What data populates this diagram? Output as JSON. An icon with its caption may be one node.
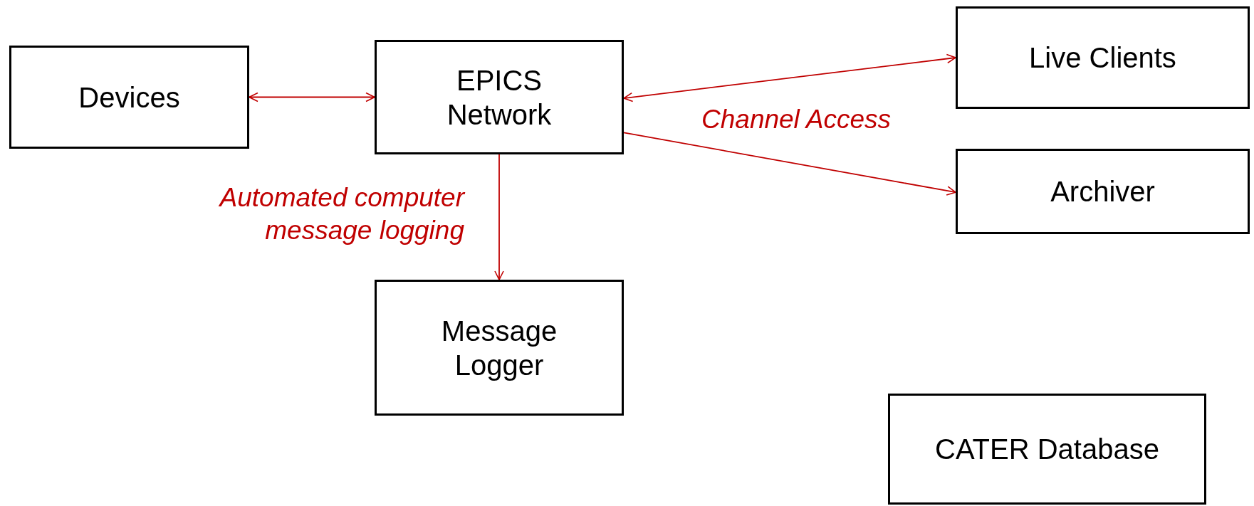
{
  "diagram": {
    "nodes": [
      {
        "text": [
          "Devices"
        ]
      },
      {
        "text": [
          "EPICS Network"
        ]
      },
      {
        "text": [
          "Live Clients"
        ]
      },
      {
        "text": [
          "Archiver"
        ]
      },
      {
        "text": [
          "Message Logger"
        ]
      },
      {
        "text": [
          "CATER Database"
        ]
      }
    ],
    "edges": [
      {
        "from": 0,
        "to": 1,
        "arrow": "both"
      },
      {
        "from": 1,
        "to": 2,
        "arrow": "both"
      },
      {
        "from": 1,
        "to": 3,
        "arrow": "to"
      },
      {
        "from": 1,
        "to": 4,
        "arrow": "to",
        "label": "Automated computer message logging"
      }
    ],
    "labels": [
      "Channel Access"
    ]
  }
}
